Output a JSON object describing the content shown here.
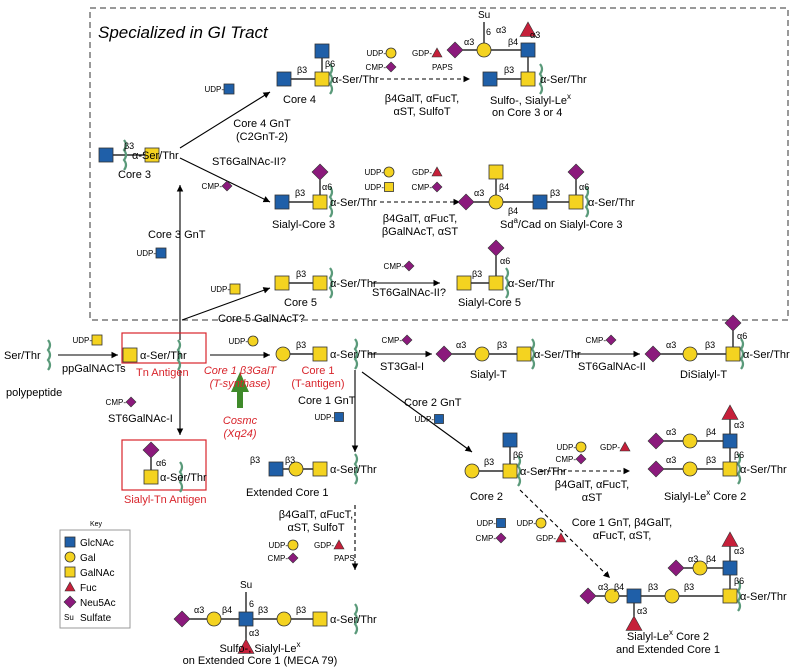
{
  "region": {
    "title": "Specialized in GI Tract"
  },
  "linker": "α-Ser/Thr",
  "structures": {
    "ser_thr": "Ser/Thr",
    "polypeptide": "polypeptide",
    "core3": "Core 3",
    "core4": "Core 4",
    "sulfo_sialyl_lex_core34": [
      "Sulfo-, Sialyl-Le",
      "x",
      "on Core 3 or 4"
    ],
    "sialyl_core3": "Sialyl-Core 3",
    "sda_cad": [
      "Sd",
      "a",
      "/Cad on Sialyl-Core 3"
    ],
    "core5": "Core 5",
    "sialyl_core5": "Sialyl-Core 5",
    "tn": "Tn Antigen",
    "core1": [
      "Core 1",
      "(T-antigen)"
    ],
    "sialyl_t": "Sialyl-T",
    "disialyl_t": "DiSialyl-T",
    "sialyl_tn": "Sialyl-Tn Antigen",
    "extended_core1": "Extended Core 1",
    "core2": "Core 2",
    "sialyl_lex_core2": [
      "Sialyl-Le",
      "x",
      " Core 2"
    ],
    "sulfo_sialyl_lex_ext": [
      "Sulfo-, Sialyl-Le",
      "x",
      "on Extended Core 1 (MECA 79)"
    ],
    "sialyl_lex_core2_ext": [
      "Sialyl-Le",
      "x",
      " Core 2",
      "and Extended Core 1"
    ]
  },
  "enzymes": {
    "ppgalnacts": "ppGalNACTs",
    "core3_gnt": "Core 3 GnT",
    "core4_gnt": [
      "Core 4 GnT",
      "(C2GnT-2)"
    ],
    "st6galnac_ii_q1": "ST6GalNAc-II?",
    "core4_mods": [
      "β4GalT, αFucT,",
      "αST, SulfoT"
    ],
    "sialyl_core3_mods": [
      "β4GalT, αFucT,",
      "βGalNAcT, αST"
    ],
    "core5_galnact": "Core 5 GalNAcT?",
    "st6galnac_ii_q2": "ST6GalNAc-II?",
    "core1_galt": [
      "Core 1 β3GalT",
      "(T-synthase)"
    ],
    "cosmc": [
      "Cosmc",
      "(Xq24)"
    ],
    "st3gal_i": "ST3Gal-I",
    "st6galnac_ii": "ST6GalNAc-II",
    "st6galnac_i": "ST6GalNAc-I",
    "core1_gnt": "Core 1 GnT",
    "core2_gnt": "Core 2 GnT",
    "ext_mods": [
      "β4GalT, αFucT,",
      "αST, SulfoT"
    ],
    "core2_mods": [
      "β4GalT, αFucT,",
      "αST"
    ],
    "core2_ext_mods": [
      "Core 1 GnT, β4GalT,",
      "αFucT, αST,"
    ]
  },
  "donors": {
    "udp": "UDP-",
    "cmp": "CMP-",
    "gdp": "GDP-",
    "paps": "PAPS"
  },
  "linkages": {
    "b3": "β3",
    "b4": "β4",
    "b6": "β6",
    "a3": "α3",
    "a6": "α6",
    "six": "6"
  },
  "key": {
    "title": "Key",
    "items": [
      {
        "name": "GlcNAc",
        "shape": "square",
        "color": "#1f5fa8"
      },
      {
        "name": "Gal",
        "shape": "circle",
        "color": "#f4d320"
      },
      {
        "name": "GalNAc",
        "shape": "square",
        "color": "#f4d320"
      },
      {
        "name": "Fuc",
        "shape": "triangle",
        "color": "#c5203a"
      },
      {
        "name": "Neu5Ac",
        "shape": "diamond",
        "color": "#8b1a7c"
      },
      {
        "name": "Sulfate",
        "shape": "text",
        "symbol": "Su"
      }
    ]
  },
  "colors": {
    "glcnac": "#1f5fa8",
    "yellow": "#f4d320",
    "fuc": "#c5203a",
    "neu5ac": "#8b1a7c",
    "red_text": "#d8242b",
    "cosmc_arrow": "#3f8a2a",
    "wavy": "#5a9a7a"
  }
}
